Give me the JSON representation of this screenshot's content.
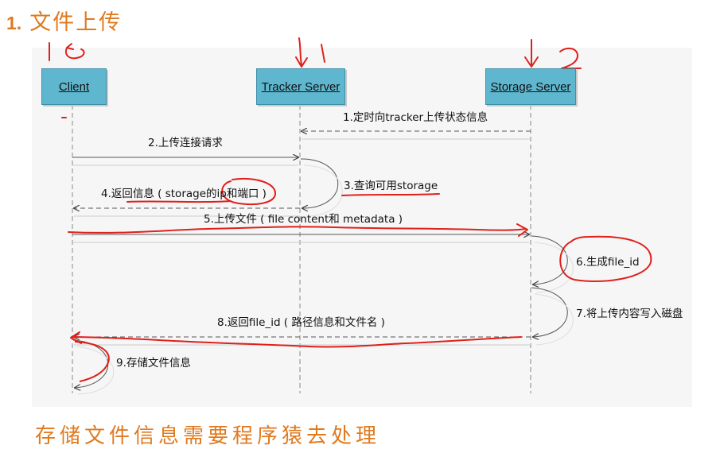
{
  "heading": {
    "number": "1.",
    "text": "文件上传"
  },
  "actors": {
    "client": "Client",
    "tracker": "Tracker Server",
    "storage": "Storage Server"
  },
  "messages": {
    "m1": "1.定时向tracker上传状态信息",
    "m2": "2.上传连接请求",
    "m3": "3.查询可用storage",
    "m4": "4.返回信息 ( storage的ip和端口 )",
    "m5": "5.上传文件 ( file content和 metadata )",
    "m6": "6.生成file_id",
    "m7": "7.将上传内容写入磁盘",
    "m8": "8.返回file_id ( 路径信息和文件名 )",
    "m9": "9.存储文件信息"
  },
  "footer": "存储文件信息需要程序猿去处理",
  "colors": {
    "annotation": "#e0201b",
    "accent": "#e07a1f",
    "actor_fill": "#5fb7cf"
  }
}
